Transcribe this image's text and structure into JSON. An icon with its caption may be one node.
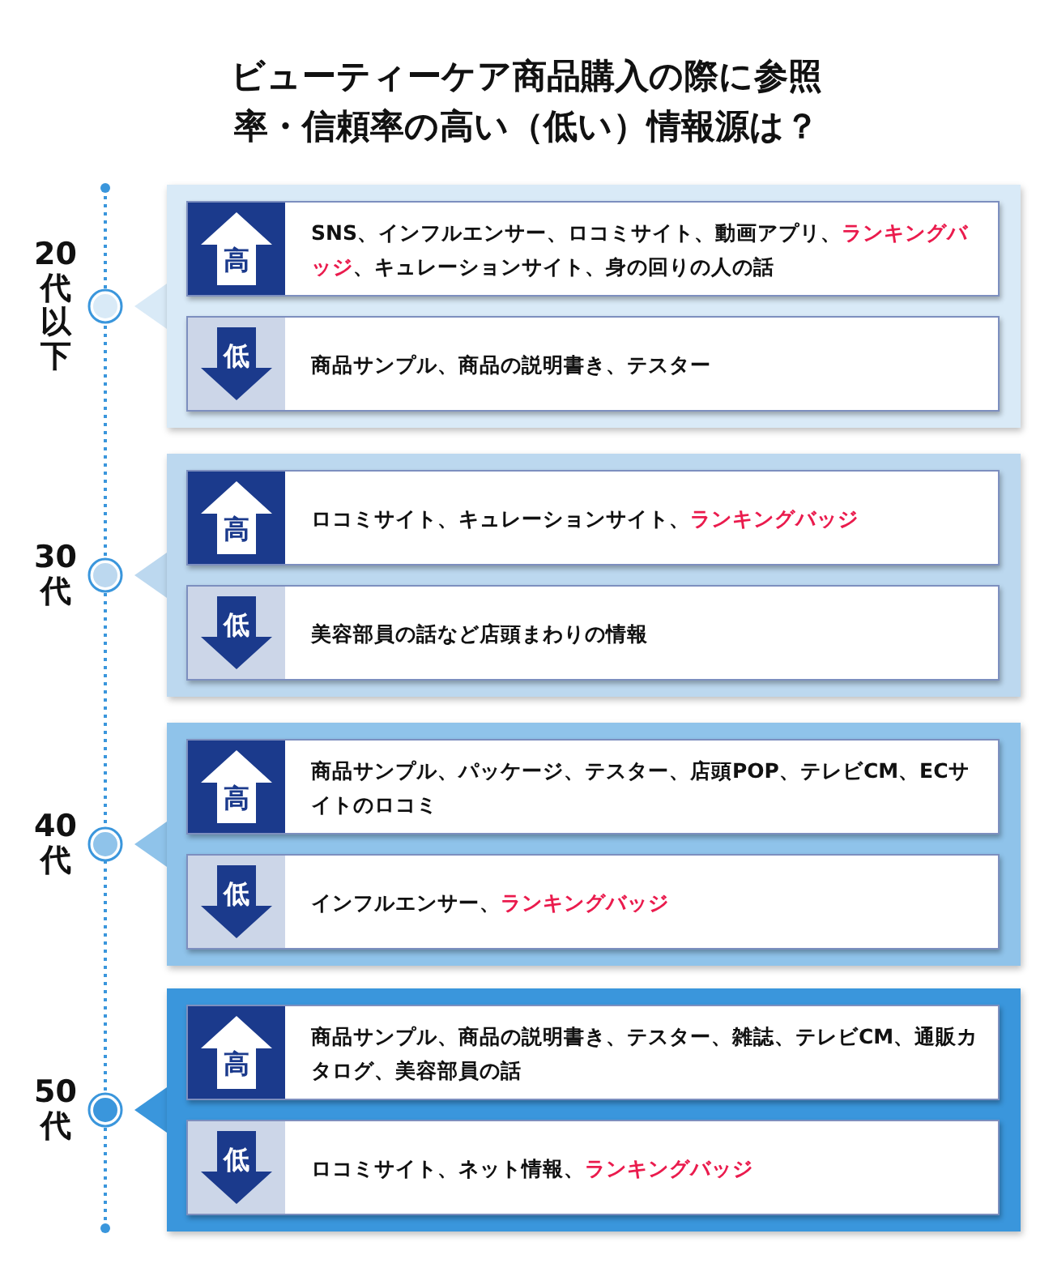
{
  "diagram": {
    "title": "ビューティーケア商品購入の際に参照率・信頼率の高い（低い）情報源は？",
    "nodes": [
      {
        "text": [],
        "shape": "box",
        "beside": [
          "20代以下"
        ]
      },
      {
        "text": [
          "高",
          "SNS、インフルエンサー、ロコミサイト、動画アプリ、**ランキングバッジ**、キュレーションサイト、身の回りの人の話"
        ],
        "in": 0
      },
      {
        "text": [
          "低",
          "商品サンプル、商品の説明書き、テスター"
        ],
        "in": 0
      },
      {
        "text": [],
        "shape": "box",
        "beside": [
          "30代"
        ]
      },
      {
        "text": [
          "高",
          "ロコミサイト、キュレーションサイト、**ランキングバッジ**"
        ],
        "in": 3
      },
      {
        "text": [
          "低",
          "美容部員の話など店頭まわりの情報"
        ],
        "in": 3
      },
      {
        "text": [],
        "shape": "box",
        "beside": [
          "40代"
        ]
      },
      {
        "text": [
          "高",
          "商品サンプル、パッケージ、テスター、店頭POP、テレビCM、ECサイトのロコミ"
        ],
        "in": 6
      },
      {
        "text": [
          "低",
          "インフルエンサー、**ランキングバッジ**"
        ],
        "in": 6
      },
      {
        "text": [],
        "shape": "box",
        "beside": [
          "50代"
        ]
      },
      {
        "text": [
          "高",
          "商品サンプル、商品の説明書き、テスター、雑誌、テレビCM、通販カタログ、美容部員の話"
        ],
        "in": 9
      },
      {
        "text": [
          "低",
          "ロコミサイト、ネット情報、**ランキングバッジ**"
        ],
        "in": 9
      }
    ]
  }
}
